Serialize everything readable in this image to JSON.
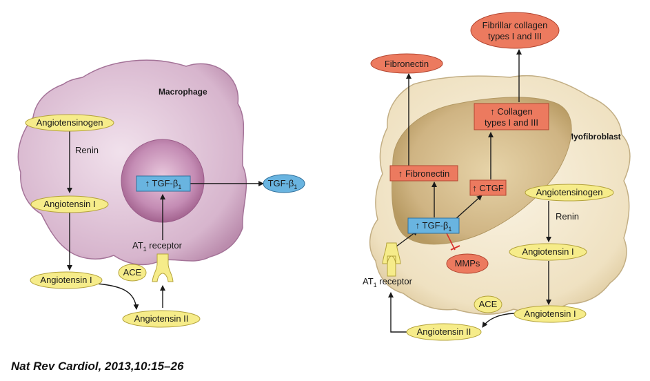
{
  "left_panel": {
    "cell_label": "Macrophage",
    "nodes": {
      "angiotensinogen": "Angiotensinogen",
      "renin": "Renin",
      "angiotensin_i_inner": "Angiotensin I",
      "angiotensin_i_outer": "Angiotensin I",
      "ace": "ACE",
      "angiotensin_ii": "Angiotensin II",
      "at1_receptor": "AT",
      "at1_sub": "1",
      "receptor_word": " receptor",
      "tgf_up_prefix": "↑ TGF-β",
      "tgf_sub": "1",
      "tgf_secreted_prefix": "TGF-β",
      "tgf_secreted_sub": "1"
    }
  },
  "right_panel": {
    "cell_label": "Myofibroblast",
    "nodes": {
      "fibronectin_out": "Fibronectin",
      "collagen_out_line1": "Fibrillar collagen",
      "collagen_out_line2": "types I and III",
      "collagen_up_line1": "↑ Collagen",
      "collagen_up_line2": "types I and III",
      "fibronectin_up": "↑ Fibronectin",
      "ctgf_up": "↑ CTGF",
      "tgf_up_prefix": "↑ TGF-β",
      "tgf_sub": "1",
      "mmps": "MMPs",
      "angiotensinogen": "Angiotensinogen",
      "renin": "Renin",
      "angiotensin_i_inner": "Angiotensin I",
      "angiotensin_i_outer": "Angiotensin I",
      "ace": "ACE",
      "angiotensin_ii": "Angiotensin II",
      "at1_receptor": "AT",
      "at1_sub": "1",
      "receptor_word": " receptor"
    }
  },
  "citation": "Nat Rev Cardiol, 2013,10:15–26",
  "colors": {
    "macrophage_fill": "#d8b6cf",
    "macrophage_edge": "#8e5f86",
    "nucleus_left": "#b0709f",
    "myofibroblast_fill": "#efe3c6",
    "myofibroblast_edge": "#b8a47a",
    "nucleus_right": "#c9b07a",
    "yellow_node": "#f6ec8a",
    "yellow_edge": "#b3a23a",
    "blue_node": "#69b4e0",
    "blue_edge": "#2f6f9b",
    "red_node": "#ec7a5f",
    "red_edge": "#b24530",
    "inhibit": "#d9302c"
  }
}
